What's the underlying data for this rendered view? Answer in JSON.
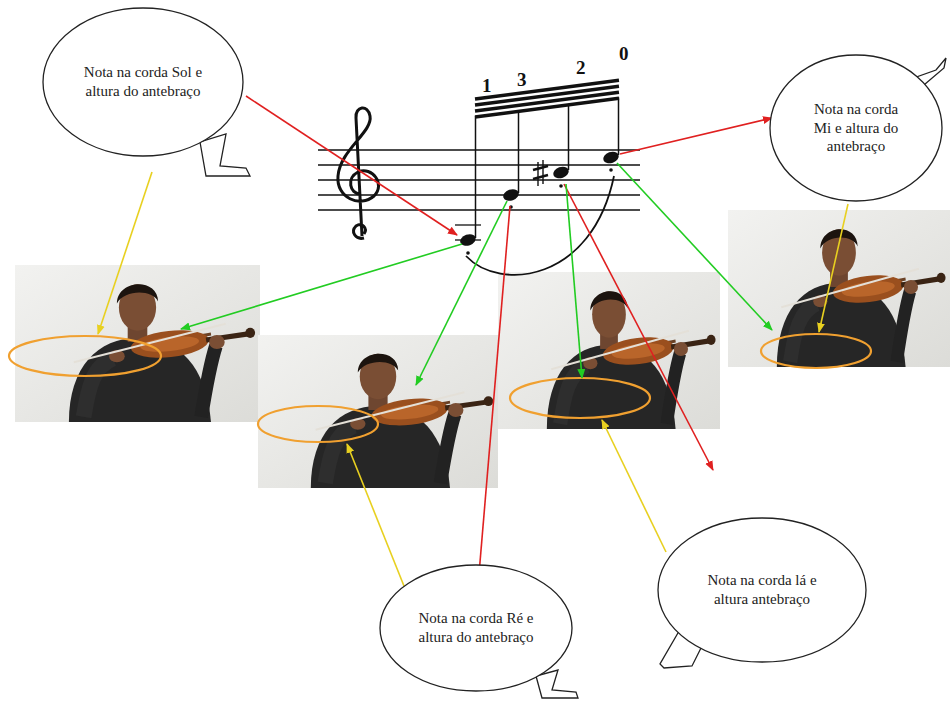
{
  "diagram": {
    "nodes": [
      {
        "text": [
          "Nota na corda Sol e altura do antebraço"
        ]
      },
      {
        "text": [
          "Nota na corda Mi e altura do antebraço"
        ]
      },
      {
        "text": [
          "Nota na corda lá e altura antebraço"
        ]
      },
      {
        "text": [
          "Nota na corda Ré e altura do antebraço"
        ]
      }
    ],
    "labels": [
      "1",
      "3",
      "2",
      "0"
    ]
  }
}
